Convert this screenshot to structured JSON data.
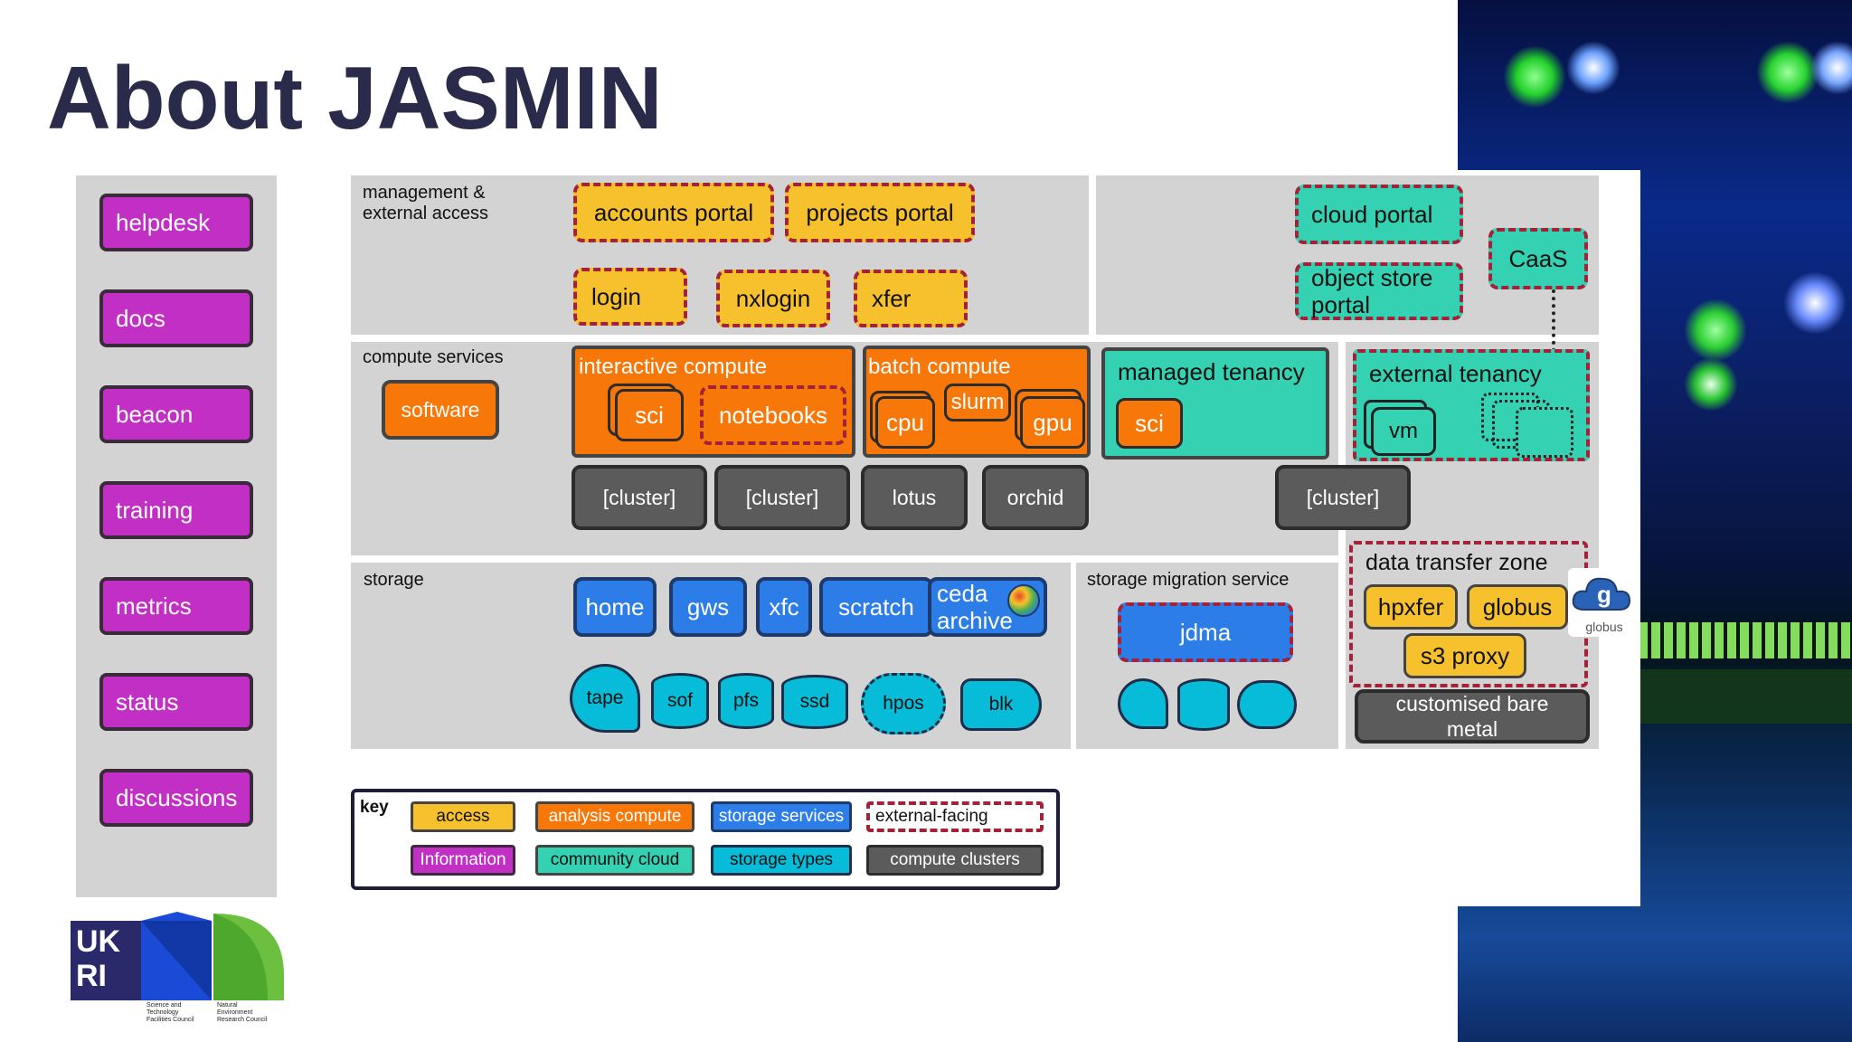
{
  "slide": {
    "title": "About JASMIN"
  },
  "sidebar": {
    "items": [
      "helpdesk",
      "docs",
      "beacon",
      "training",
      "metrics",
      "status",
      "discussions"
    ]
  },
  "management": {
    "label_line1": "management &",
    "label_line2": "external access",
    "accounts_portal": "accounts portal",
    "projects_portal": "projects portal",
    "login": "login",
    "nxlogin": "nxlogin",
    "xfer": "xfer",
    "cloud_portal": "cloud portal",
    "object_store_line1": "object store",
    "object_store_line2": "portal",
    "caas": "CaaS"
  },
  "compute": {
    "label": "compute services",
    "software": "software",
    "interactive": "interactive compute",
    "sci": "sci",
    "notebooks": "notebooks",
    "batch": "batch compute",
    "cpu": "cpu",
    "slurm": "slurm",
    "gpu": "gpu",
    "managed": "managed tenancy",
    "managed_sci": "sci",
    "external": "external tenancy",
    "vm": "vm",
    "clusters": [
      "[cluster]",
      "[cluster]",
      "lotus",
      "orchid"
    ],
    "tenancy_cluster": "[cluster]"
  },
  "storage": {
    "label": "storage",
    "services": [
      "home",
      "gws",
      "xfc",
      "scratch"
    ],
    "ceda_line1": "ceda",
    "ceda_line2": "archive",
    "types": [
      "tape",
      "sof",
      "pfs",
      "ssd",
      "hpos",
      "blk"
    ],
    "migration_label": "storage migration service",
    "jdma": "jdma"
  },
  "transfer": {
    "label": "data transfer zone",
    "hpxfer": "hpxfer",
    "globus": "globus",
    "s3proxy": "s3 proxy",
    "baremetal_line1": "customised bare",
    "baremetal_line2": "metal",
    "globus_logo_text": "globus"
  },
  "key": {
    "label": "key",
    "access": "access",
    "analysis": "analysis compute",
    "storage_services": "storage services",
    "external": "external-facing",
    "information": "Information",
    "community": "community cloud",
    "storage_types": "storage types",
    "clusters": "compute clusters"
  },
  "logo": {
    "ukri_line1": "UK",
    "ukri_line2": "RI",
    "stfc_line1": "Science and",
    "stfc_line2": "Technology",
    "stfc_line3": "Facilities Council",
    "nerc_line1": "Natural",
    "nerc_line2": "Environment",
    "nerc_line3": "Research Council"
  },
  "colors": {
    "access": "#f6c12c",
    "analysis": "#f77708",
    "storage": "#2c7de8",
    "external": "#a32238",
    "information": "#c22fc4",
    "community": "#34d1b2",
    "types": "#06bcd8",
    "clusters": "#5b5b5b"
  }
}
